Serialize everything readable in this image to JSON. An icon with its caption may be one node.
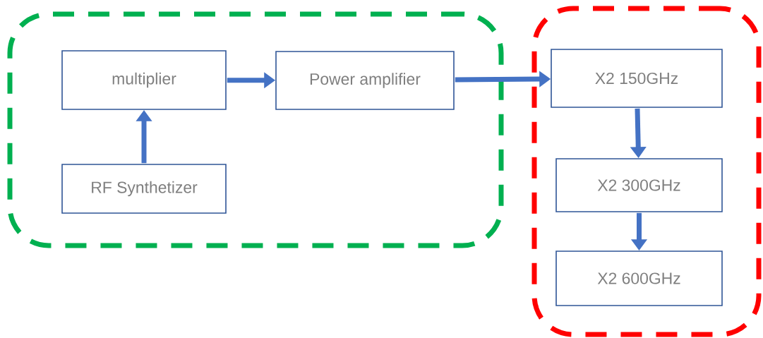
{
  "diagram": {
    "nodes": [
      {
        "text": [],
        "shape": "box"
      },
      {
        "text": [
          "multiplier"
        ],
        "in": 0
      },
      {
        "text": [
          "Power amplifier"
        ],
        "in": 0
      },
      {
        "text": [
          "RF Synthetizer"
        ],
        "in": 0
      },
      {
        "text": [],
        "shape": "box"
      },
      {
        "text": [
          "X2 150GHz"
        ],
        "in": 4
      },
      {
        "text": [
          "X2 300GHz"
        ],
        "in": 4
      },
      {
        "text": [
          "X2 600GHz"
        ],
        "in": 4
      }
    ],
    "edges": [
      {
        "from": 1,
        "to": 2,
        "arrow": "to"
      },
      {
        "from": 3,
        "to": 1,
        "arrow": "to"
      },
      {
        "from": 2,
        "to": 5,
        "arrow": "to"
      },
      {
        "from": 5,
        "to": 6,
        "arrow": "to"
      },
      {
        "from": 6,
        "to": 7,
        "arrow": "to"
      }
    ]
  }
}
